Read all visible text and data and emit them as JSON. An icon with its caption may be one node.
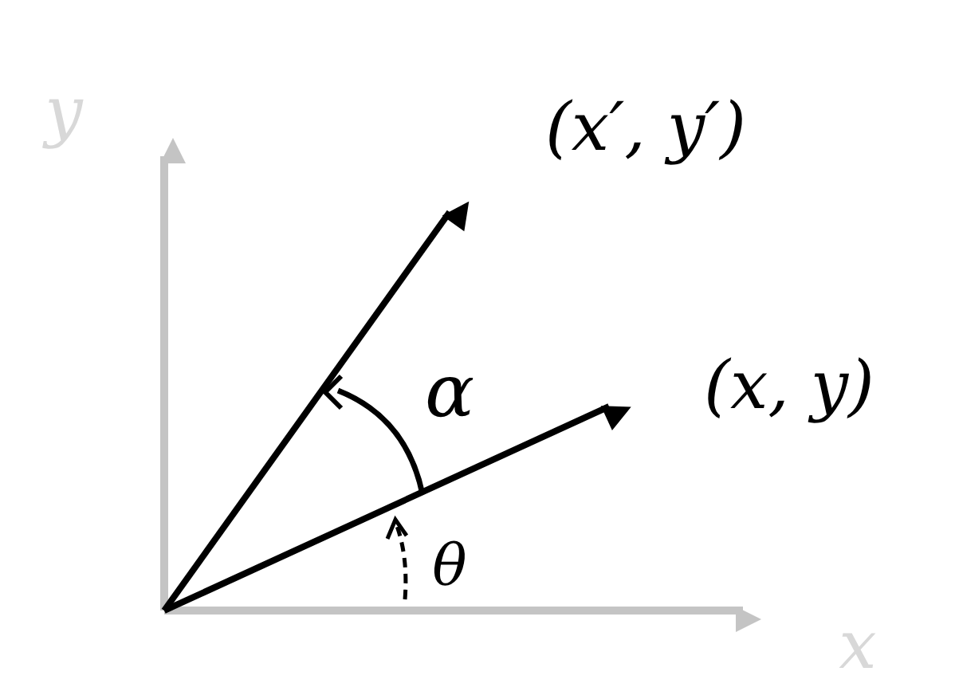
{
  "diagram": {
    "labels": [
      "y",
      "(x′, y′)",
      "α",
      "(x, y)",
      "θ",
      "x"
    ]
  }
}
